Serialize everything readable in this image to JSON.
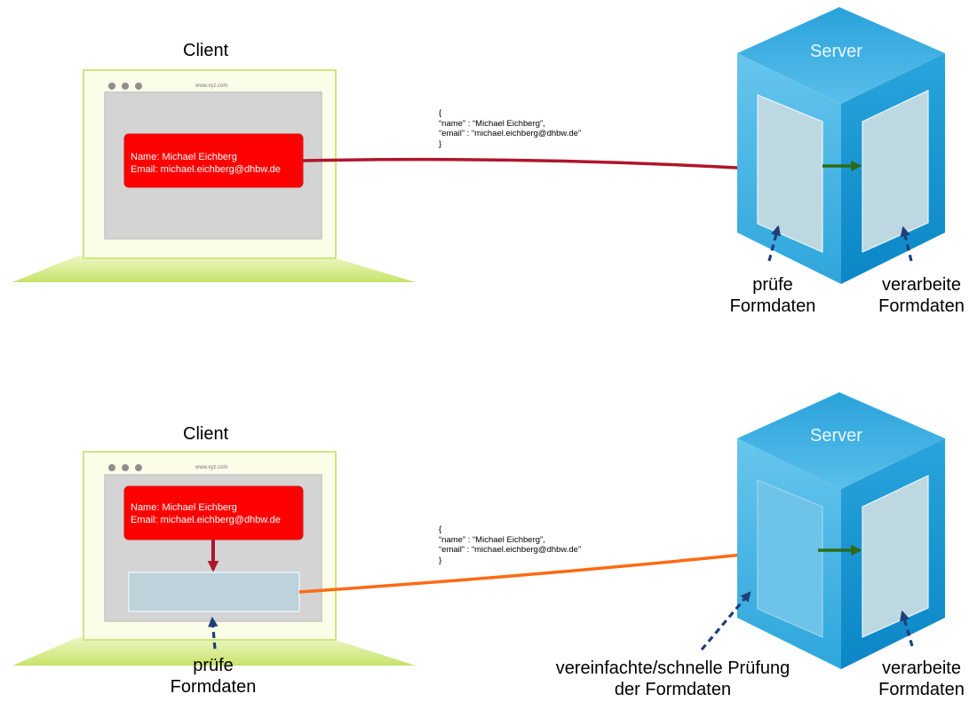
{
  "panels": [
    {
      "client": {
        "title": "Client",
        "url": "www.xyz.com",
        "form_name": "Name: Michael Eichberg",
        "form_email": "Email: michael.eichberg@dhbw.de"
      },
      "payload": [
        "{",
        "“name” : “Michael Eichberg”,",
        "“email” : “michael.eichberg@dhbw.de”",
        "}"
      ],
      "server": {
        "title": "Server",
        "validate_label": [
          "prüfe",
          "Formdaten"
        ],
        "process_label": [
          "verarbeite",
          "Formdaten"
        ]
      }
    },
    {
      "client": {
        "title": "Client",
        "url": "www.xyz.com",
        "form_name": "Name: Michael Eichberg",
        "form_email": "Email: michael.eichberg@dhbw.de",
        "validate_label": [
          "prüfe",
          "Formdaten"
        ]
      },
      "payload": [
        "{",
        "“name” : “Michael Eichberg”,",
        "“email” : “michael.eichberg@dhbw.de”",
        "}"
      ],
      "server": {
        "title": "Server",
        "validate_label": [
          "vereinfachte/schnelle Prüfung",
          "der Formdaten"
        ],
        "process_label": [
          "verarbeite",
          "Formdaten"
        ]
      }
    }
  ],
  "colors": {
    "form_card": "#ff0000",
    "request_arrow_top": "#b0152a",
    "request_arrow_bottom": "#ff6a13",
    "internal_arrow": "#2d6b16",
    "pointer": "#1f3f78",
    "server_blue": "#1a9dd8",
    "laptop_green": "#d6ec86"
  }
}
